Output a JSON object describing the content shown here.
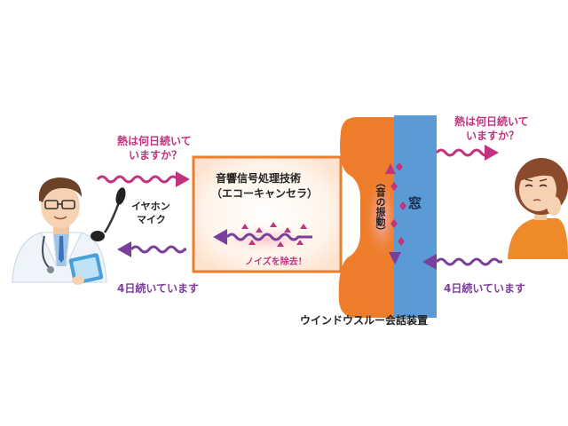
{
  "doctor_question": [
    "熱は何日続いて",
    "いますか？"
  ],
  "patient_question": [
    "熱は何日続いて",
    "いますか？"
  ],
  "doctor_answer": "4日続いています",
  "patient_answer": "4日続いています",
  "earphone_mic_label": [
    "イヤホン",
    "マイク"
  ],
  "processing_box": {
    "title": "音響信号処理技術",
    "subtitle": "（エコーキャンセラ）",
    "noise_label": "ノイズを除去！"
  },
  "vibration_label": "（音の振動）",
  "window_label": "窓",
  "device_label": "ウインドウスルー会話装置",
  "colors": {
    "question_wave": "#c2337f",
    "answer_wave": "#7a3f9b",
    "device_orange": "#ee7d2b",
    "box_border": "#ee7d2b",
    "window_blue": "#5b9bd5"
  }
}
